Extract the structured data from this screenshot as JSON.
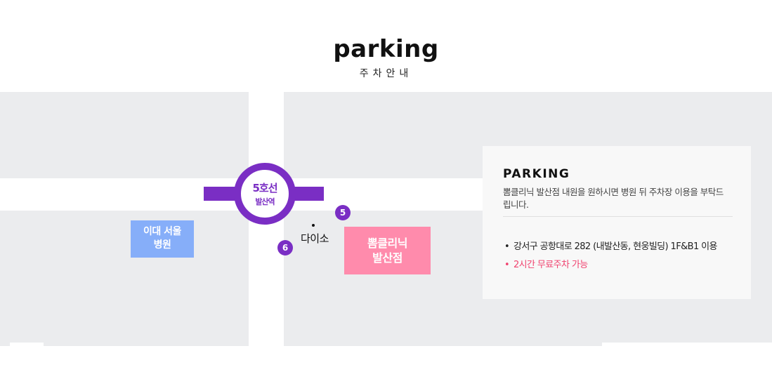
{
  "header": {
    "title": "parking",
    "subtitle": "주차안내"
  },
  "map": {
    "station": {
      "line": "5호선",
      "name": "발산역"
    },
    "exits": [
      "5",
      "6"
    ],
    "landmarks": {
      "hospital": [
        "이대 서울",
        "병원"
      ],
      "clinic": [
        "뽐클리닉",
        "발산점"
      ],
      "store": "다이소"
    },
    "colors": {
      "subway_line": "#7a2ec4",
      "clinic": "#ff8bac",
      "hospital": "#86aef9",
      "block": "#ebecee",
      "highlight": "#f0436f"
    }
  },
  "info": {
    "title": "PARKING",
    "description": "뽐클리닉 발산점 내원을 원하시면 병원 뒤 주차장 이용을 부탁드립니다.",
    "items": [
      {
        "text": "강서구 공항대로 282 (내발산동, 현웅빌딩) 1F&B1 이용",
        "highlight": false
      },
      {
        "text": "2시간 무료주차 가능",
        "highlight": true
      }
    ]
  }
}
